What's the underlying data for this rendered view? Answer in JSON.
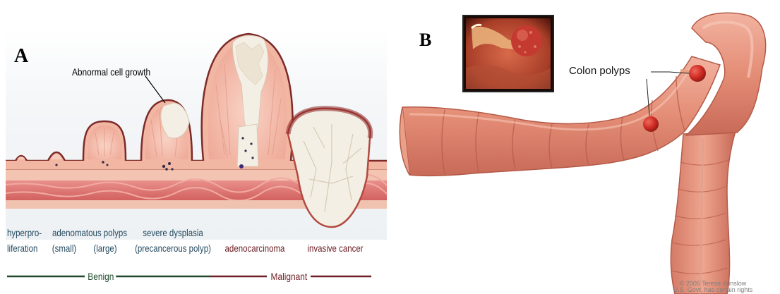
{
  "panel_a": {
    "letter": "A",
    "callout": "Abnormal cell growth",
    "stages": {
      "hyperproliferation_line1": "hyperpro-",
      "hyperproliferation_line2": "liferation",
      "adenomatous_title": "adenomatous polyps",
      "adenomatous_small": "(small)",
      "adenomatous_large": "(large)",
      "dysplasia_line1": "severe dysplasia",
      "dysplasia_line2": "(precancerous polyp)",
      "adenocarcinoma": "adenocarcinoma",
      "invasive": "invasive cancer"
    },
    "categories": {
      "benign": "Benign",
      "malignant": "Malignant"
    },
    "colors": {
      "benign": "#1f4a2c",
      "malignant": "#6e2026",
      "tissue": "#f2b7a3",
      "tumor": "#f4efe4",
      "muscle": "#e27a78"
    }
  },
  "panel_b": {
    "letter": "B",
    "polyp_label": "Colon polyps",
    "copyright_line1": "© 2005 Terese Winslow",
    "copyright_line2": "U.S. Govt. has certain rights",
    "colors": {
      "colon": "#e8967f",
      "colon_dark": "#c56a58",
      "polyp": "#cc2a22",
      "inset_bg": "#7a2a1c"
    }
  }
}
